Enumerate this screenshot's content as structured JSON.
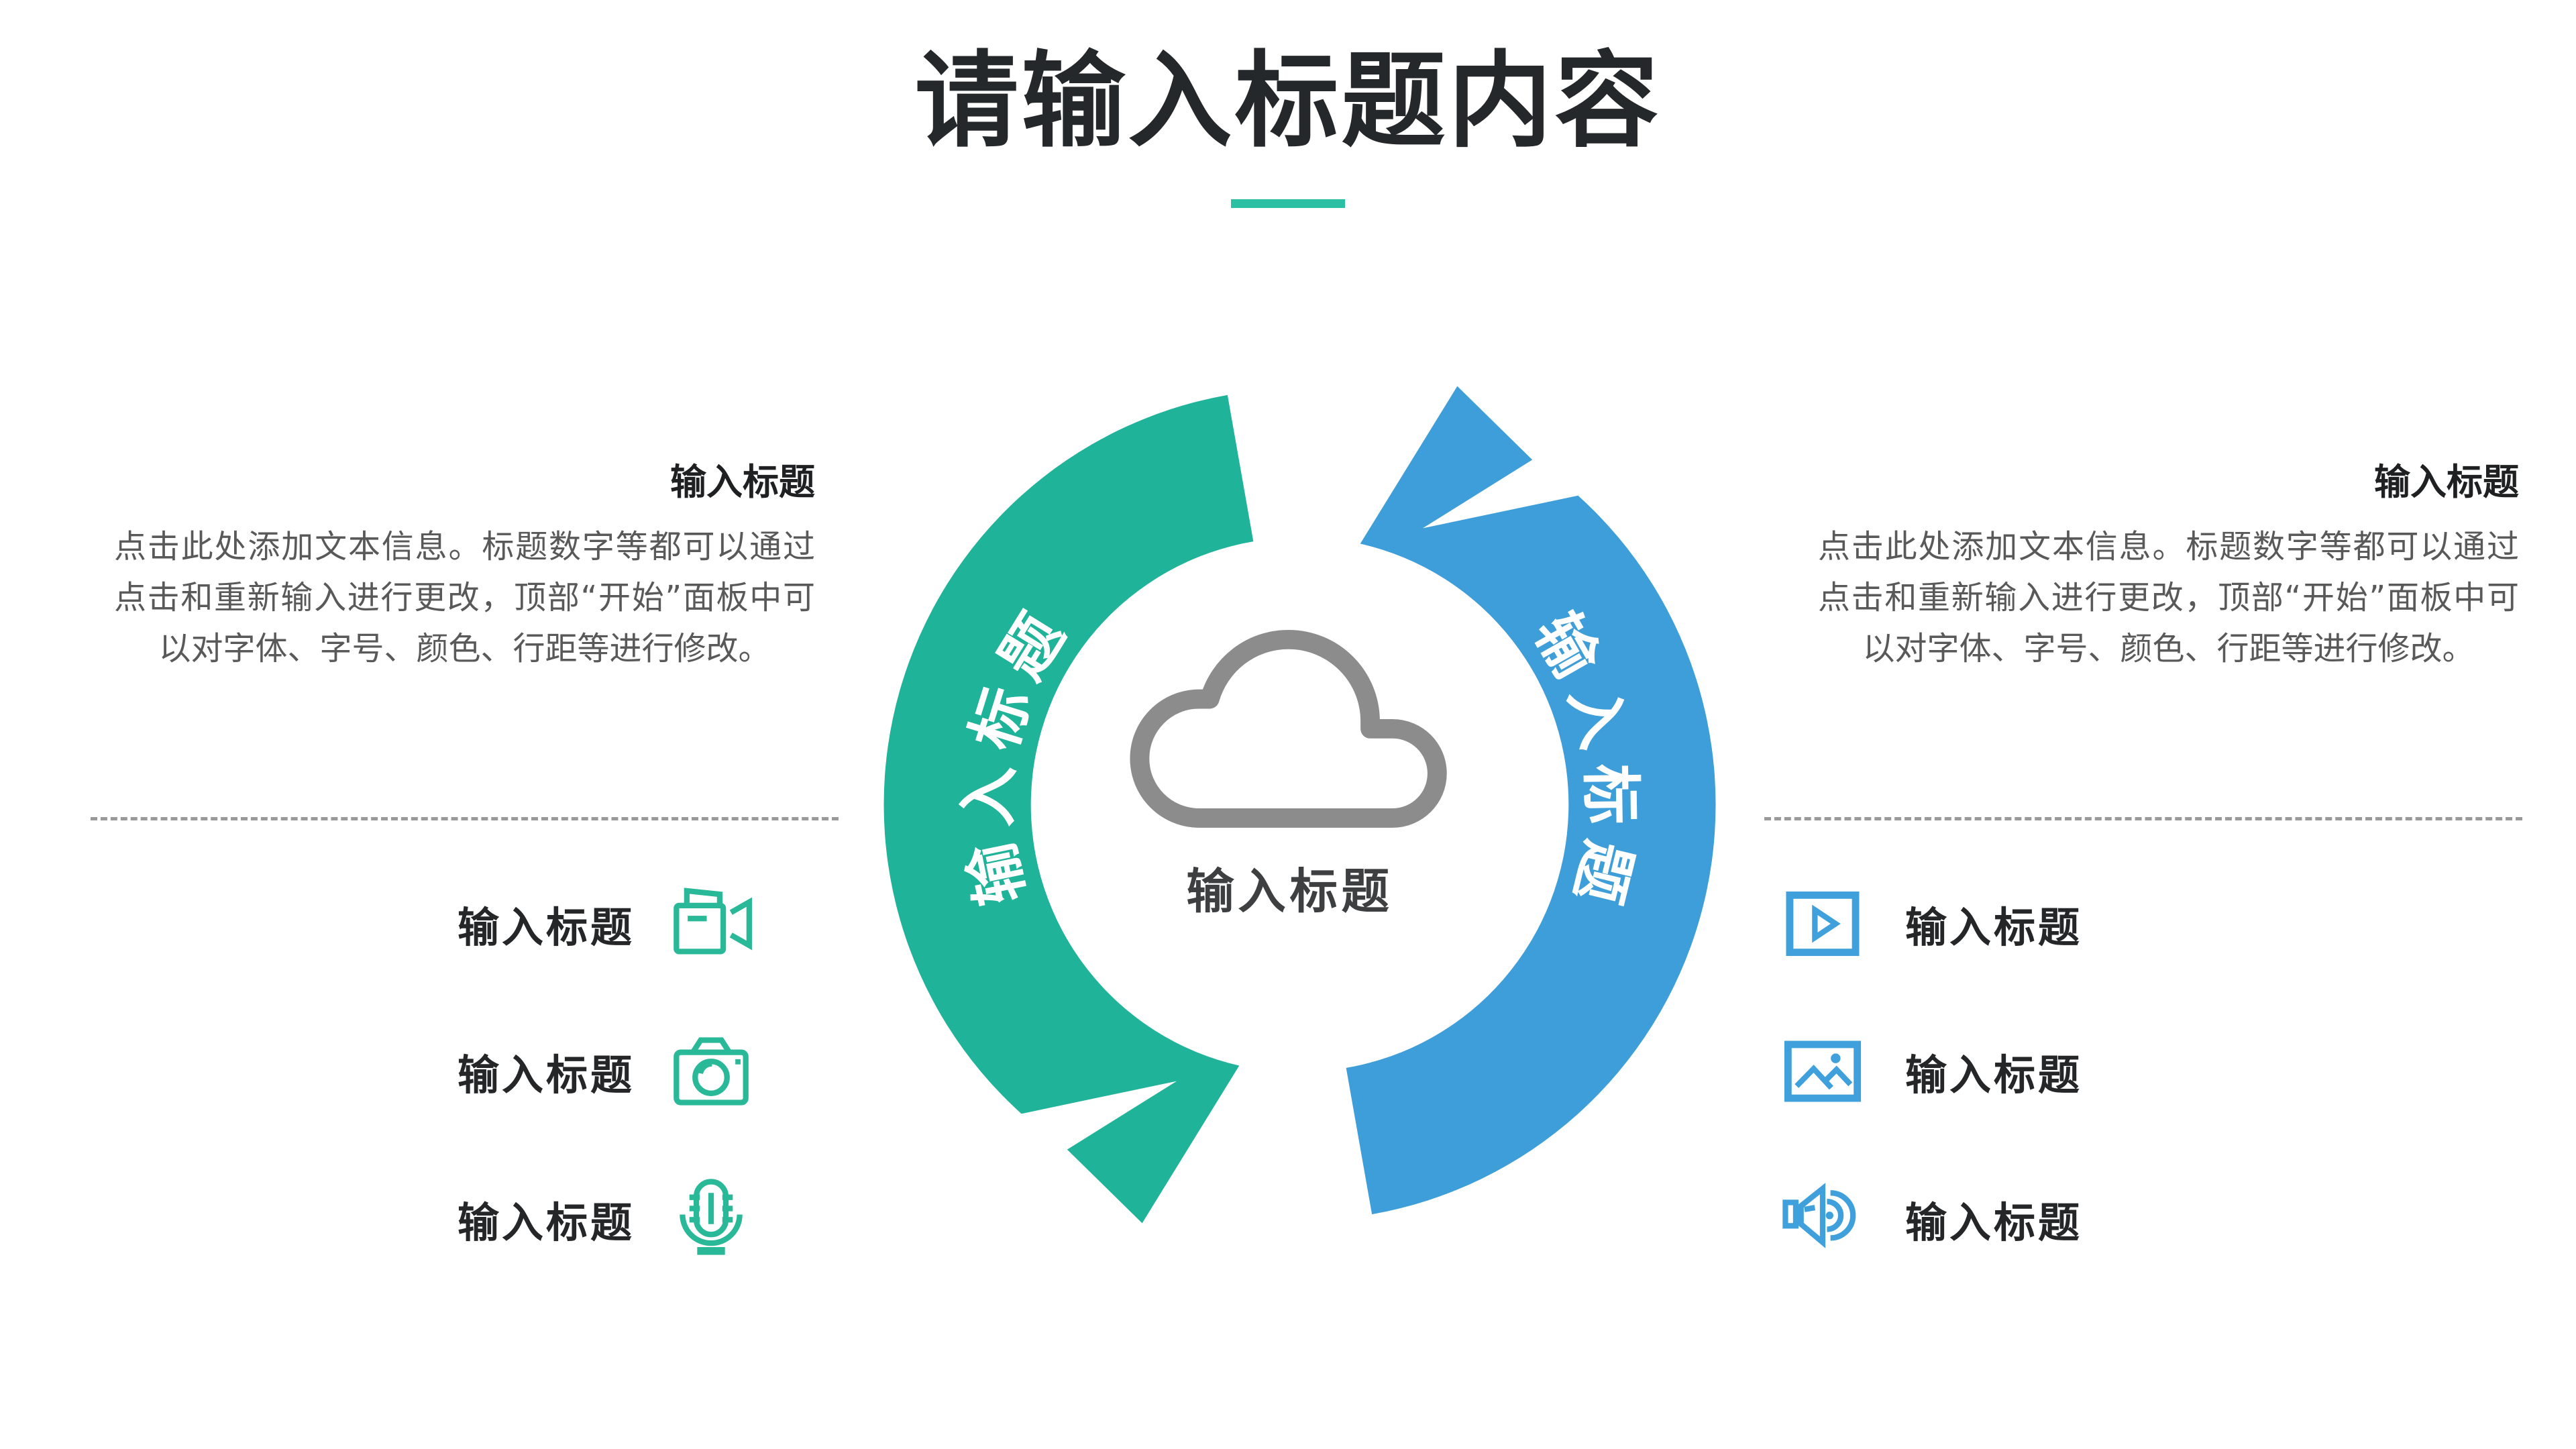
{
  "slide": {
    "title": "请输入标题内容",
    "accent_color": "#2BC0A3",
    "green_color": "#1FB39A",
    "blue_color": "#3E9ED9",
    "icon_green_color": "#2AB998",
    "icon_blue_color": "#3FA0DC"
  },
  "left_panel": {
    "heading": "输入标题",
    "body": "点击此处添加文本信息。标题数字等都可以通过点击和重新输入进行更改，顶部“开始”面板中可以对字体、字号、颜色、行距等进行修改。",
    "items": [
      {
        "label": "输入标题",
        "icon": "video-camera-icon"
      },
      {
        "label": "输入标题",
        "icon": "camera-icon"
      },
      {
        "label": "输入标题",
        "icon": "microphone-icon"
      }
    ]
  },
  "right_panel": {
    "heading": "输入标题",
    "body": "点击此处添加文本信息。标题数字等都可以通过点击和重新输入进行更改，顶部“开始”面板中可以对字体、字号、颜色、行距等进行修改。",
    "items": [
      {
        "label": "输入标题",
        "icon": "play-video-icon"
      },
      {
        "label": "输入标题",
        "icon": "picture-icon"
      },
      {
        "label": "输入标题",
        "icon": "speaker-icon"
      }
    ]
  },
  "diagram": {
    "green_arc_label": "输入标题",
    "blue_arc_label": "输入标题",
    "center_icon": "cloud-icon",
    "center_label": "输入标题"
  }
}
